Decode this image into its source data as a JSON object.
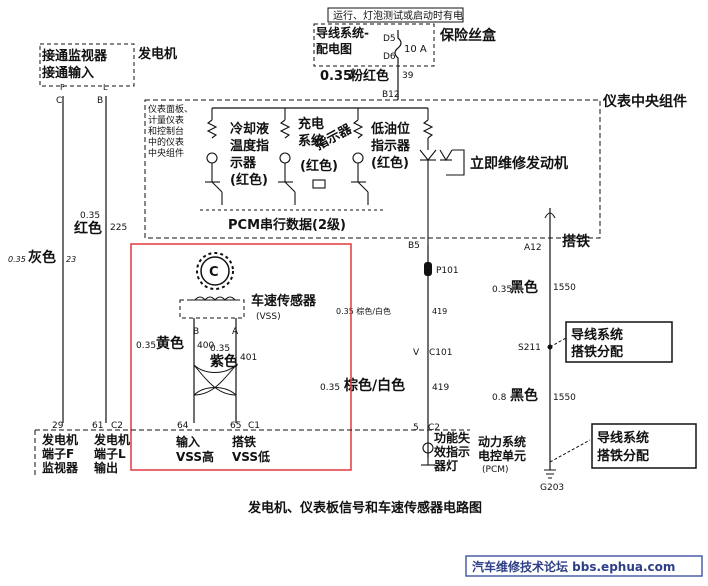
{
  "top_banner": "运行、灯泡测试或启动时有电",
  "fuse_box": {
    "title": "保险丝盒",
    "ref_line1": "导线系统-",
    "ref_line2": "配电图",
    "d5": "D5",
    "d6": "D6",
    "rating": "10 A"
  },
  "generator": {
    "title": "发电机",
    "monitor_line1": "接通监视器",
    "monitor_line2": "接通输入",
    "pin_f": "F",
    "pin_l": "L",
    "label_c": "C",
    "label_b": "B"
  },
  "wires": {
    "gray_size": "0.35",
    "gray_color": "灰色",
    "gray_circuit": "23",
    "red_size": "0.35",
    "red_color": "红色",
    "red_circuit": "225",
    "pink_size": "0.35",
    "pink_color": "粉红色",
    "pink_circuit": "39",
    "brown_white_small": "0.35 棕色/白色",
    "brown_white_small_circuit": "419",
    "brown_white_size": "0.35",
    "brown_white_color": "棕色/白色",
    "brown_white_circuit": "419",
    "black1_size": "0.35",
    "black1_color": "黑色",
    "black1_circuit": "1550",
    "black2_size": "0.8",
    "black2_color": "黑色",
    "black2_circuit": "1550",
    "yellow_size": "0.35",
    "yellow_color": "黄色",
    "yellow_circuit": "400",
    "purple_size": "0.35",
    "purple_color": "紫色",
    "purple_circuit": "401"
  },
  "cluster": {
    "title": "仪表中央组件",
    "desc": [
      "仪表面板、",
      "计量仪表",
      "和控制台",
      "中的仪表",
      "中央组件"
    ],
    "coolant": [
      "冷却液",
      "温度指",
      "示器",
      "(红色)"
    ],
    "charge_a": [
      "充电",
      "指示器"
    ],
    "charge_b": [
      "系统",
      "(红色)"
    ],
    "oil": [
      "低油位",
      "指示器",
      "(红色)"
    ],
    "service": "立即维修发动机",
    "pcm_serial": "PCM串行数据(2级)",
    "ground": "搭铁",
    "b12": "B12",
    "b5": "B5",
    "a12": "A12"
  },
  "connectors": {
    "p101": "P101",
    "c101": "C101",
    "v": "V",
    "c2": "C2",
    "pin5": "5",
    "s211": "S211",
    "g203": "G203",
    "pin29": "29",
    "pin61": "61",
    "pin64": "64",
    "pin65": "65",
    "c1": "C1"
  },
  "vss": {
    "title": "车速传感器",
    "abbr": "(VSS)",
    "pin_b": "B",
    "pin_a": "A"
  },
  "bottom_labels": {
    "gen_f": [
      "发电机",
      "端子F",
      "监视器"
    ],
    "gen_l": [
      "发电机",
      "端子L",
      "输出"
    ],
    "vss_hi": [
      "输入",
      "VSS高"
    ],
    "vss_lo": [
      "搭铁",
      "VSS低"
    ],
    "fn_lamp": [
      "功能失",
      "效指示",
      "器灯"
    ],
    "pcm": [
      "动力系统",
      "电控单元",
      "(PCM)"
    ]
  },
  "refs": {
    "ground_ref1": [
      "导线系统",
      "搭铁分配"
    ],
    "ground_ref2": [
      "导线系统",
      "搭铁分配"
    ]
  },
  "caption": "发电机、仪表板信号和车速传感器电路图",
  "watermark": "汽车维修技术论坛 bbs.ephua.com",
  "colors": {
    "line": "#111111",
    "highlight_box": "#e0393e",
    "watermark_border": "#4a5fa8",
    "watermark_text": "#2f3f86"
  }
}
